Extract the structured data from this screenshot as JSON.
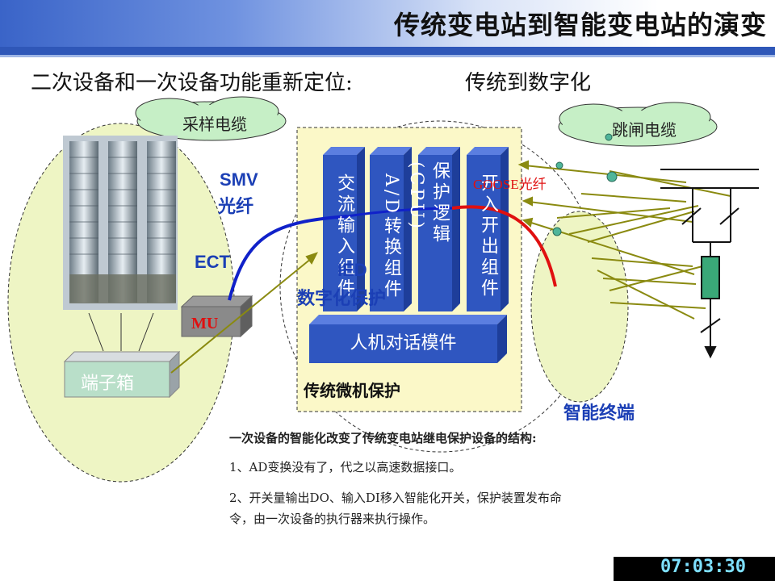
{
  "title": "传统变电站到智能变电站的演变",
  "subtitle_left": "二次设备和一次设备功能重新定位:",
  "subtitle_right": "传统到数字化",
  "clouds": {
    "sampling_cable": "采样电缆",
    "trip_cable": "跳闸电缆"
  },
  "labels": {
    "smv_fiber_1": "SMV",
    "smv_fiber_2": "光纤",
    "ect": "ECT",
    "mu": "MU",
    "terminal_box": "端子箱",
    "goose_fiber": "GOOSE光纤",
    "ied": "IED",
    "digital_protection": "数字化保护",
    "traditional_protection": "传统微机保护",
    "smart_terminal": "智能终端"
  },
  "modules": {
    "ac_input": "交流输入组件",
    "ad_convert": "A/D转换组件",
    "protection_logic": "保护逻辑(CPU)",
    "io_module": "开入开出组件",
    "hmi": "人机对话模件"
  },
  "notes": {
    "heading": "一次设备的智能化改变了传统变电站继电保护设备的结构:",
    "item1": "1、AD变换没有了，代之以高速数据接口。",
    "item2_line1": "2、开关量输出DO、输入DI移入智能化开关，保护装置发布命",
    "item2_line2": "令，由一次设备的执行器来执行操作。"
  },
  "clock": "07:03:30",
  "colors": {
    "module_blue": "#2f56c0",
    "panel_yellow": "#fbf8c8",
    "ellipse_green": "#eef5c4",
    "cloud_green": "#c6efc6",
    "olive_line": "#8a8a10",
    "fiber_blue": "#1021c9",
    "fiber_red": "#e01010"
  }
}
